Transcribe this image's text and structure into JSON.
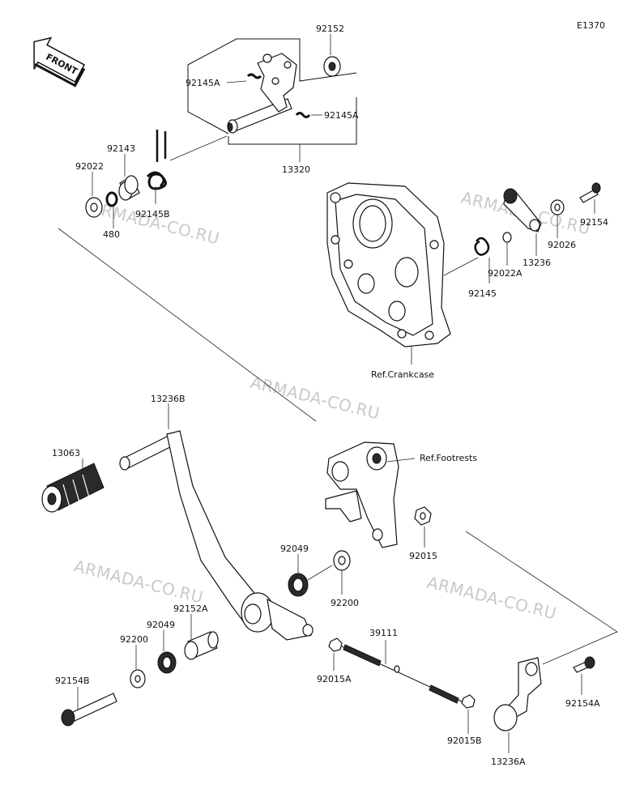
{
  "diagram_code": "E1370",
  "front_arrow_label": "FRONT",
  "watermarks": [
    "ARMADA-CO.RU",
    "ARMADA-CO.RU",
    "ARMADA-CO.RU",
    "ARMADA-CO.RU",
    "ARMADA-CO.RU"
  ],
  "parts": {
    "p92152": "92152",
    "p92145A_1": "92145A",
    "p92145A_2": "92145A",
    "p13320": "13320",
    "p92143": "92143",
    "p92022": "92022",
    "p480": "480",
    "p92145B": "92145B",
    "p92154_top": "92154",
    "p92026": "92026",
    "p13236": "13236",
    "p92022A": "92022A",
    "p92145": "92145",
    "ref_crankcase": "Ref.Crankcase",
    "p13236B": "13236B",
    "p13063": "13063",
    "ref_footrests": "Ref.Footrests",
    "p92015": "92015",
    "p92049_top": "92049",
    "p92200_top": "92200",
    "p92152A": "92152A",
    "p92049_bot": "92049",
    "p92200_bot": "92200",
    "p39111": "39111",
    "p92015A": "92015A",
    "p92154B": "92154B",
    "p92154A": "92154A",
    "p92015B": "92015B",
    "p13236A": "13236A"
  }
}
